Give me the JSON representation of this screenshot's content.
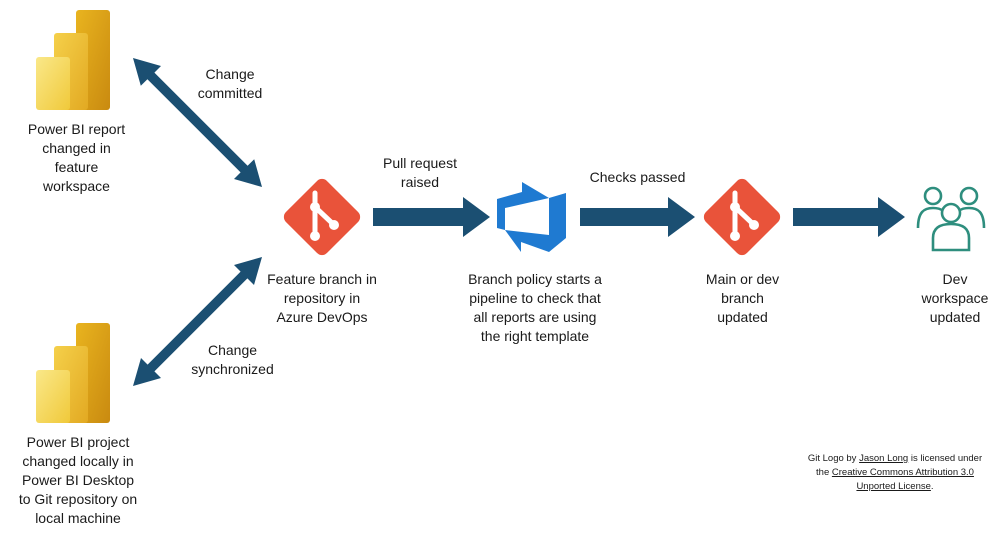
{
  "nodes": {
    "pbi_report": [
      "Power BI report",
      "changed in",
      "feature",
      "workspace"
    ],
    "pbi_project": [
      "Power BI project",
      "changed locally in",
      "Power BI Desktop",
      "to Git repository on",
      "local machine"
    ],
    "feature_branch": [
      "Feature branch in",
      "repository in",
      "Azure DevOps"
    ],
    "branch_policy": [
      "Branch policy starts a",
      "pipeline to check that",
      "all reports are using",
      "the right template"
    ],
    "main_branch": [
      "Main or dev",
      "branch",
      "updated"
    ],
    "dev_workspace": [
      "Dev",
      "workspace",
      "updated"
    ]
  },
  "edges": {
    "change_committed": [
      "Change",
      "committed"
    ],
    "change_synchronized": [
      "Change",
      "synchronized"
    ],
    "pull_request": [
      "Pull request",
      "raised"
    ],
    "checks_passed": [
      "Checks passed"
    ]
  },
  "credit": {
    "p1": "Git Logo by ",
    "author": "Jason Long",
    "p2": " is licensed under the ",
    "license": "Creative Commons Attribution 3.0 Unported License",
    "p3": "."
  },
  "colors": {
    "arrow": "#1b4f72",
    "git": "#e9533a",
    "devops": "#1f7ad1",
    "pbi_light": "#f7dc5c",
    "pbi_mid": "#eebf2f",
    "pbi_dark": "#d49414",
    "team": "#2e8e7e"
  },
  "icons": {
    "pbi_report": "power-bi-icon",
    "pbi_project": "power-bi-icon",
    "feature_branch": "git-icon",
    "devops": "azure-devops-icon",
    "main_branch": "git-icon",
    "dev_workspace": "team-workspace-icon"
  }
}
